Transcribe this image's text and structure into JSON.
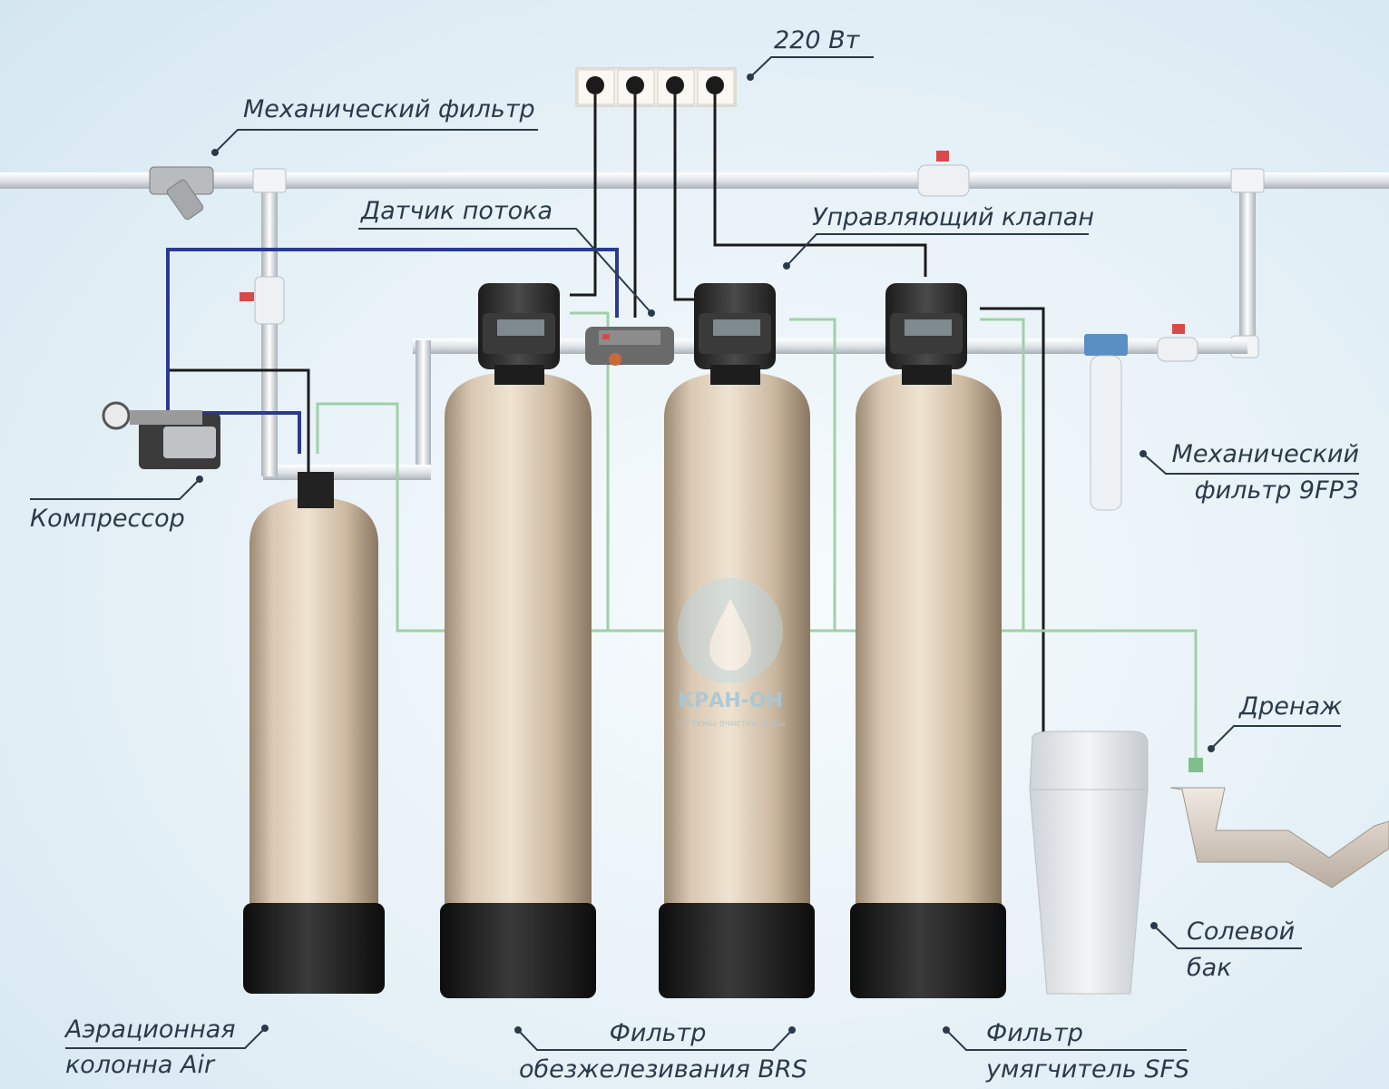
{
  "labels": {
    "power": "220 Вт",
    "mech_filter": "Механический фильтр",
    "flow_sensor": "Датчик потока",
    "control_valve": "Управляющий клапан",
    "mech_filter_9fp3_line1": "Механический",
    "mech_filter_9fp3_line2": "фильтр 9FP3",
    "compressor": "Компрессор",
    "drain": "Дренаж",
    "brine_tank_line1": "Солевой",
    "brine_tank_line2": "бак",
    "aeration_line1": "Аэрационная",
    "aeration_line2": "колонна Air",
    "brs_line1": "Фильтр",
    "brs_line2": "обезжелезивания BRS",
    "sfs_line1": "Фильтр",
    "sfs_line2": "умягчитель SFS"
  },
  "brand": {
    "name": "КРАН-ОН",
    "tagline": "системы очистки воды"
  },
  "colors": {
    "pipe": "#e4e8ec",
    "tank_body": "#d4c2ac",
    "tank_base": "#1e1e1e",
    "air_line": "#2b3a8f",
    "label_text": "#2b3a4a",
    "drain_line": "#9fd0a8"
  }
}
